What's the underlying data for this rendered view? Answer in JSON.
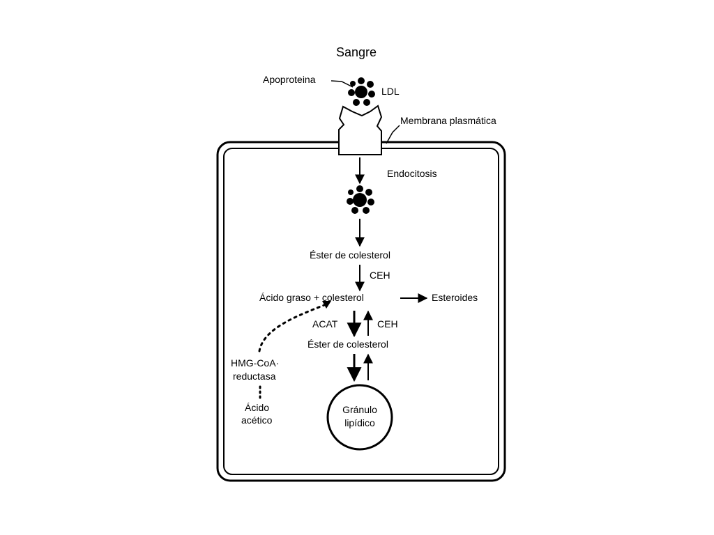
{
  "labels": {
    "blood": "Sangre",
    "apoprotein": "Apoproteina",
    "ldl": "LDL",
    "membrane": "Membrana plasmática",
    "endocytosis": "Endocitosis",
    "ester_top": "Éster de colesterol",
    "ceh_top": "CEH",
    "acid_cholesterol": "Ácido graso + colesterol",
    "steroids": "Esteroides",
    "acat": "ACAT",
    "ceh_right": "CEH",
    "ester_bottom": "Éster de colesterol",
    "hmg_line1": "HMG-CoA·",
    "hmg_line2": "reductasa",
    "acetic_line1": "Ácido",
    "acetic_line2": "acético",
    "granule_line1": "Gránulo",
    "granule_line2": "lipídico"
  },
  "colors": {
    "ink": "#000000",
    "background": "#ffffff"
  }
}
